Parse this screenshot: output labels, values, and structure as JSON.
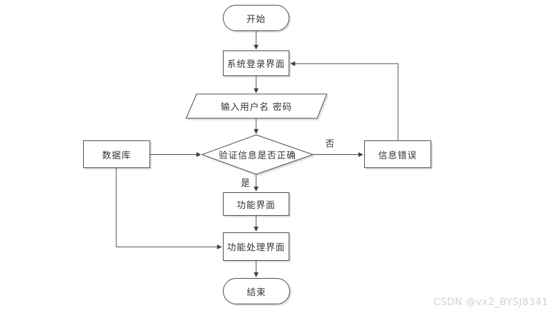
{
  "diagram": {
    "title": "login-verification-flowchart",
    "nodes": {
      "start": {
        "label": "开始",
        "shape": "terminator"
      },
      "login": {
        "label": "系统登录界面",
        "shape": "process"
      },
      "input": {
        "label": "输入用户名 密码",
        "shape": "data"
      },
      "verify": {
        "label": "验证信息是否正确",
        "shape": "decision"
      },
      "database": {
        "label": "数据库",
        "shape": "process"
      },
      "error": {
        "label": "信息错误",
        "shape": "process"
      },
      "function_ui": {
        "label": "功能界面",
        "shape": "process"
      },
      "function_process_ui": {
        "label": "功能处理界面",
        "shape": "process"
      },
      "end": {
        "label": "结束",
        "shape": "terminator"
      }
    },
    "edge_labels": {
      "no": "否",
      "yes": "是"
    }
  },
  "watermark": "CSDN @vx2_BYSJ8341",
  "colors": {
    "stroke": "#4d4d4d",
    "node_fill": "#ffffff",
    "background": "#ffffff",
    "text": "#333333",
    "watermark": "#d2d2d2"
  }
}
